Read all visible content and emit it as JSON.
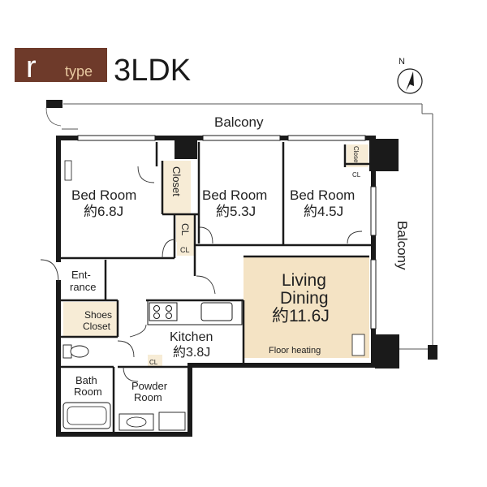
{
  "header": {
    "type_letter": "r",
    "type_word": "type",
    "plan_name": "3LDK",
    "compass_label": "N"
  },
  "rooms": {
    "balcony_top": "Balcony",
    "balcony_right": "Balcony",
    "bed1_name": "Bed Room",
    "bed1_size": "約6.8J",
    "bed2_name": "Bed Room",
    "bed2_size": "約5.3J",
    "bed3_name": "Bed Room",
    "bed3_size": "約4.5J",
    "closet_main": "Closet",
    "closet_small": "Closet",
    "cl_1": "CL",
    "cl_2": "CL",
    "cl_3": "CL",
    "cl_4": "CL",
    "entrance_1": "Ent-",
    "entrance_2": "rance",
    "shoes_1": "Shoes",
    "shoes_2": "Closet",
    "kitchen_name": "Kitchen",
    "kitchen_size": "約3.8J",
    "living_1": "Living",
    "living_2": "Dining",
    "living_size": "約11.6J",
    "floor_heating": "Floor heating",
    "bath_1": "Bath",
    "bath_2": "Room",
    "powder_1": "Powder",
    "powder_2": "Room"
  },
  "colors": {
    "type_badge": "#6e3a2a",
    "living_fill": "#f4e3c4",
    "storage_fill": "#f7ecd6",
    "wall": "#1a1a1a"
  }
}
